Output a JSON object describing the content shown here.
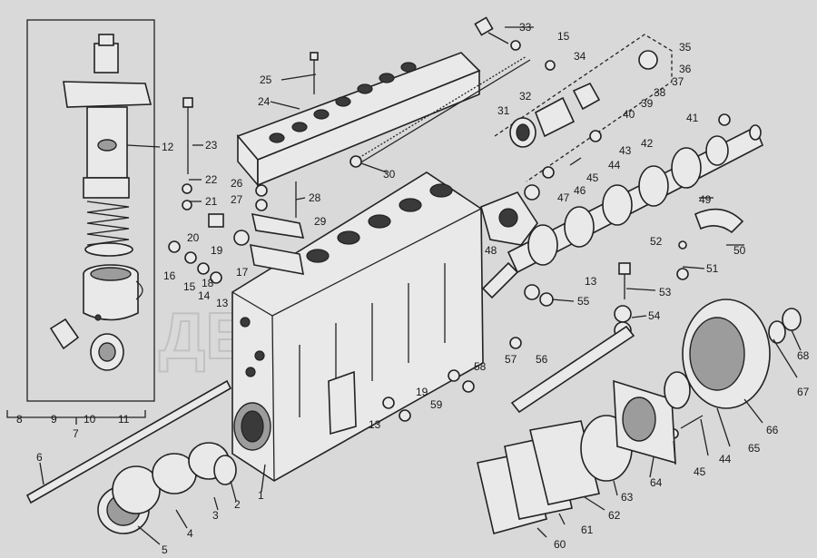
{
  "watermark": "ДЕТАЛЬ",
  "labels": [
    {
      "id": "1",
      "text": "1"
    },
    {
      "id": "2",
      "text": "2"
    },
    {
      "id": "3",
      "text": "3"
    },
    {
      "id": "4",
      "text": "4"
    },
    {
      "id": "5",
      "text": "5"
    },
    {
      "id": "6",
      "text": "6"
    },
    {
      "id": "7",
      "text": "7"
    },
    {
      "id": "8",
      "text": "8"
    },
    {
      "id": "9",
      "text": "9"
    },
    {
      "id": "10",
      "text": "10"
    },
    {
      "id": "11",
      "text": "11"
    },
    {
      "id": "12",
      "text": "12"
    },
    {
      "id": "13a",
      "text": "13"
    },
    {
      "id": "13b",
      "text": "13"
    },
    {
      "id": "13c",
      "text": "13"
    },
    {
      "id": "14",
      "text": "14"
    },
    {
      "id": "15a",
      "text": "15"
    },
    {
      "id": "15b",
      "text": "15"
    },
    {
      "id": "16",
      "text": "16"
    },
    {
      "id": "17",
      "text": "17"
    },
    {
      "id": "18",
      "text": "18"
    },
    {
      "id": "19a",
      "text": "19"
    },
    {
      "id": "19b",
      "text": "19"
    },
    {
      "id": "20",
      "text": "20"
    },
    {
      "id": "21",
      "text": "21"
    },
    {
      "id": "22",
      "text": "22"
    },
    {
      "id": "23",
      "text": "23"
    },
    {
      "id": "24",
      "text": "24"
    },
    {
      "id": "25",
      "text": "25"
    },
    {
      "id": "26",
      "text": "26"
    },
    {
      "id": "27",
      "text": "27"
    },
    {
      "id": "28",
      "text": "28"
    },
    {
      "id": "29",
      "text": "29"
    },
    {
      "id": "30",
      "text": "30"
    },
    {
      "id": "31",
      "text": "31"
    },
    {
      "id": "32",
      "text": "32"
    },
    {
      "id": "33",
      "text": "33"
    },
    {
      "id": "34",
      "text": "34"
    },
    {
      "id": "35",
      "text": "35"
    },
    {
      "id": "36",
      "text": "36"
    },
    {
      "id": "37",
      "text": "37"
    },
    {
      "id": "38",
      "text": "38"
    },
    {
      "id": "39",
      "text": "39"
    },
    {
      "id": "40",
      "text": "40"
    },
    {
      "id": "41",
      "text": "41"
    },
    {
      "id": "42",
      "text": "42"
    },
    {
      "id": "43",
      "text": "43"
    },
    {
      "id": "44a",
      "text": "44"
    },
    {
      "id": "44b",
      "text": "44"
    },
    {
      "id": "45a",
      "text": "45"
    },
    {
      "id": "45b",
      "text": "45"
    },
    {
      "id": "46",
      "text": "46"
    },
    {
      "id": "47",
      "text": "47"
    },
    {
      "id": "48",
      "text": "48"
    },
    {
      "id": "49",
      "text": "49"
    },
    {
      "id": "50",
      "text": "50"
    },
    {
      "id": "51",
      "text": "51"
    },
    {
      "id": "52",
      "text": "52"
    },
    {
      "id": "53",
      "text": "53"
    },
    {
      "id": "54",
      "text": "54"
    },
    {
      "id": "55",
      "text": "55"
    },
    {
      "id": "56",
      "text": "56"
    },
    {
      "id": "57",
      "text": "57"
    },
    {
      "id": "58",
      "text": "58"
    },
    {
      "id": "59",
      "text": "59"
    },
    {
      "id": "60",
      "text": "60"
    },
    {
      "id": "61",
      "text": "61"
    },
    {
      "id": "62",
      "text": "62"
    },
    {
      "id": "63",
      "text": "63"
    },
    {
      "id": "64",
      "text": "64"
    },
    {
      "id": "65",
      "text": "65"
    },
    {
      "id": "66",
      "text": "66"
    },
    {
      "id": "67",
      "text": "67"
    },
    {
      "id": "68",
      "text": "68"
    }
  ]
}
